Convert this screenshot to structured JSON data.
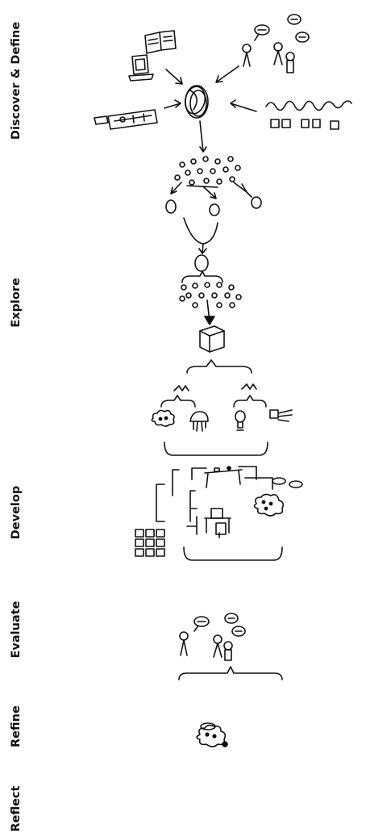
{
  "stages": [
    {
      "id": "discover-define",
      "label": "Discover & Define"
    },
    {
      "id": "explore",
      "label": "Explore"
    },
    {
      "id": "develop",
      "label": "Develop"
    },
    {
      "id": "evaluate",
      "label": "Evaluate"
    },
    {
      "id": "refine",
      "label": "Refine"
    },
    {
      "id": "reflect",
      "label": "Reflect"
    }
  ]
}
